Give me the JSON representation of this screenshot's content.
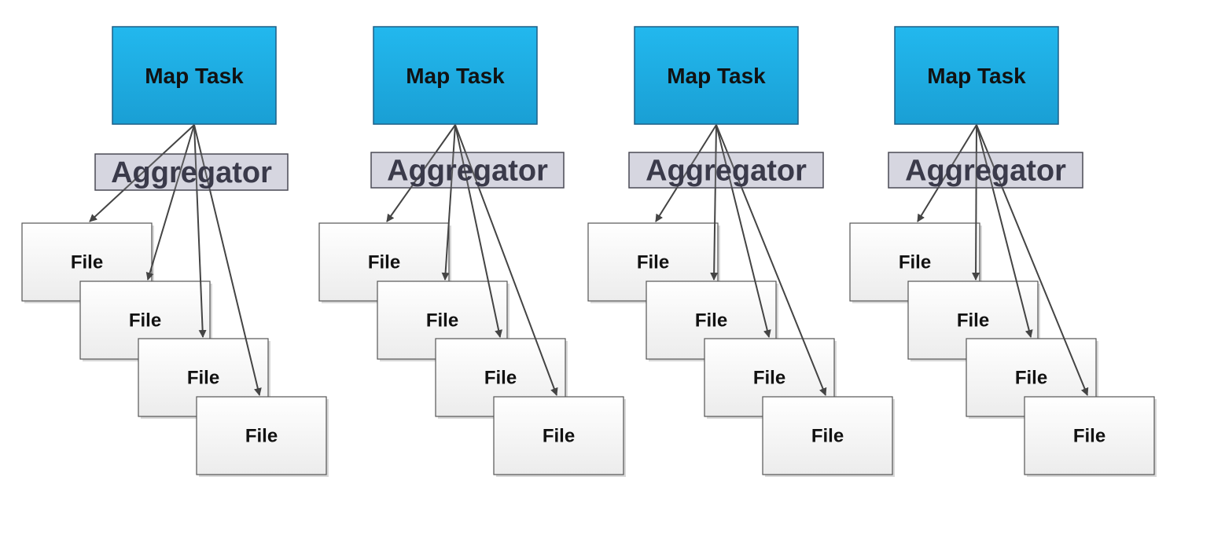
{
  "diagram": {
    "groups": [
      {
        "map_task_label": "Map Task",
        "aggregator_label": "Aggregator",
        "file_labels": [
          "File",
          "File",
          "File",
          "File"
        ]
      },
      {
        "map_task_label": "Map Task",
        "aggregator_label": "Aggregator",
        "file_labels": [
          "File",
          "File",
          "File",
          "File"
        ]
      },
      {
        "map_task_label": "Map Task",
        "aggregator_label": "Aggregator",
        "file_labels": [
          "File",
          "File",
          "File",
          "File"
        ]
      },
      {
        "map_task_label": "Map Task",
        "aggregator_label": "Aggregator",
        "file_labels": [
          "File",
          "File",
          "File",
          "File"
        ]
      }
    ],
    "colors": {
      "map_task_fill_top": "#22b8ee",
      "map_task_fill_bottom": "#1a9fd4",
      "map_task_border": "#1c5f86",
      "aggregator_fill": "#d6d6e0",
      "aggregator_border": "#4a4a55",
      "aggregator_text": "#3a3a4a",
      "file_fill_top": "#ffffff",
      "file_fill_bottom": "#eeeeee",
      "file_border": "#555555",
      "arrow": "#444444"
    }
  }
}
